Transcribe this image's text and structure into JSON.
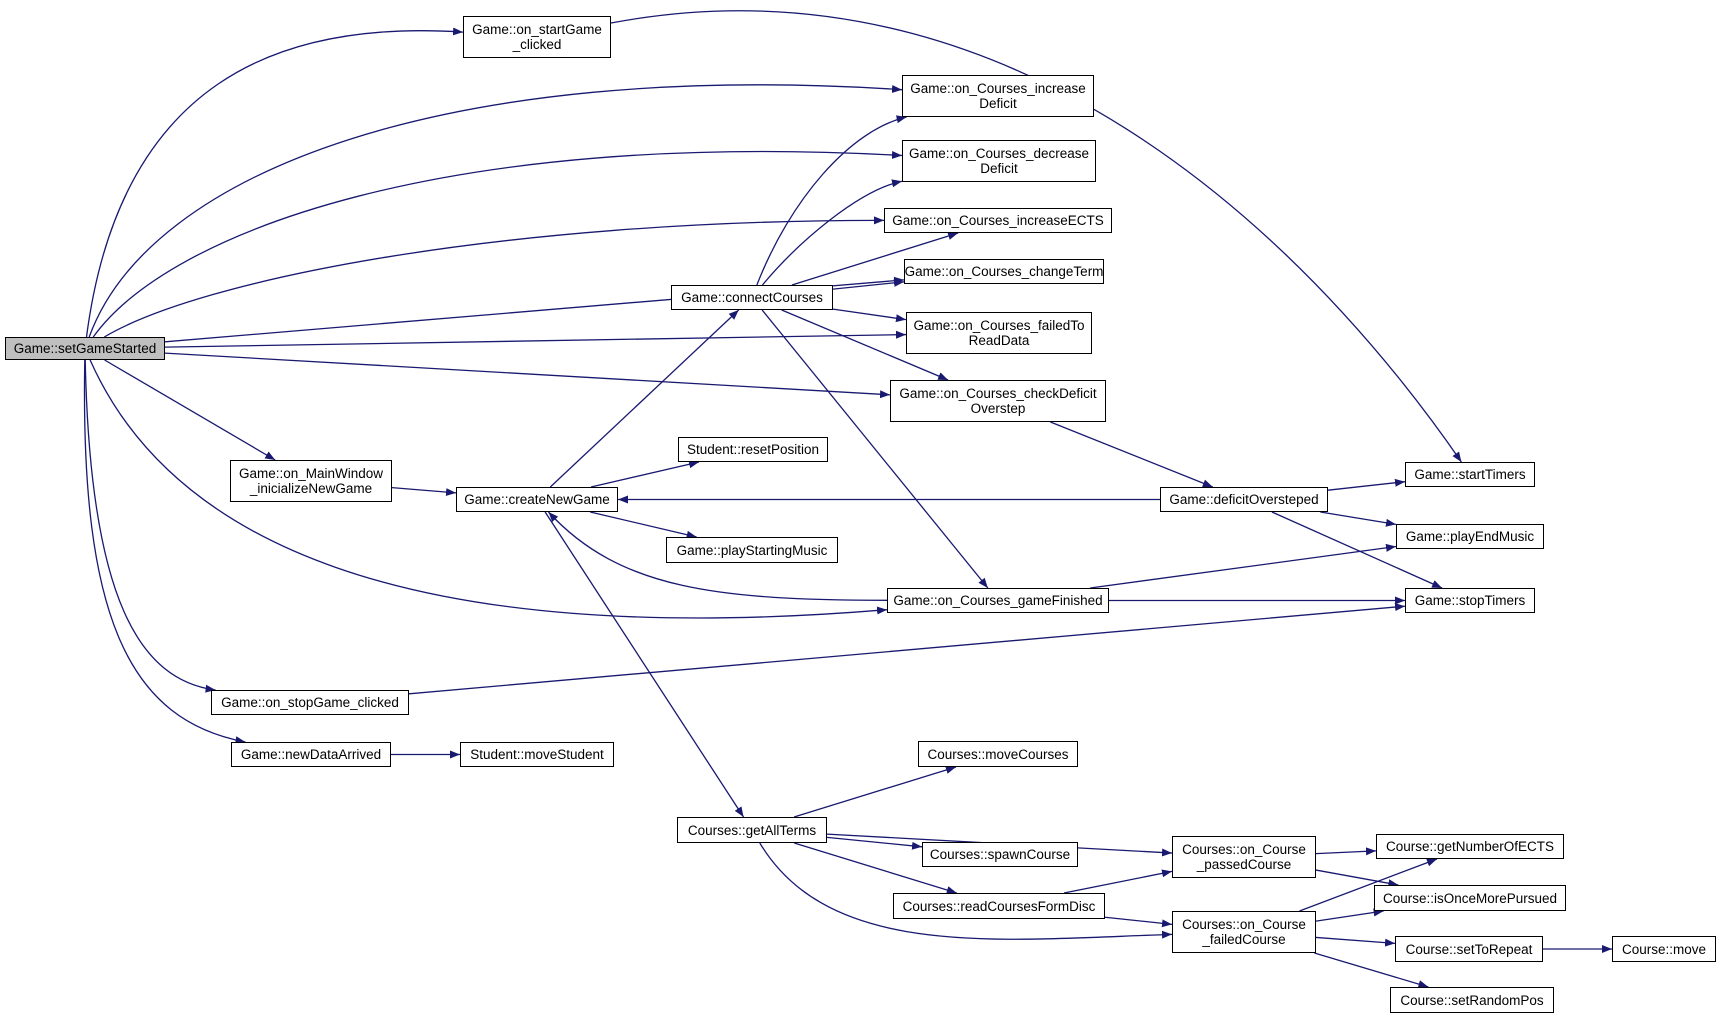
{
  "diagram": {
    "edge_color": "#191970",
    "root_fill": "#bfbfbf",
    "nodes": [
      {
        "id": "setGameStarted",
        "lines": [
          "Game::setGameStarted"
        ],
        "root": true
      },
      {
        "id": "startGameClicked",
        "lines": [
          "Game::on_startGame",
          "_clicked"
        ]
      },
      {
        "id": "increaseDeficit",
        "lines": [
          "Game::on_Courses_increase",
          "Deficit"
        ]
      },
      {
        "id": "decreaseDeficit",
        "lines": [
          "Game::on_Courses_decrease",
          "Deficit"
        ]
      },
      {
        "id": "increaseECTS",
        "lines": [
          "Game::on_Courses_increaseECTS"
        ]
      },
      {
        "id": "changeTerm",
        "lines": [
          "Game::on_Courses_changeTerm"
        ]
      },
      {
        "id": "connectCourses",
        "lines": [
          "Game::connectCourses"
        ]
      },
      {
        "id": "failedToReadData",
        "lines": [
          "Game::on_Courses_failedTo",
          "ReadData"
        ]
      },
      {
        "id": "checkDeficitOverstep",
        "lines": [
          "Game::on_Courses_checkDeficit",
          "Overstep"
        ]
      },
      {
        "id": "resetPosition",
        "lines": [
          "Student::resetPosition"
        ]
      },
      {
        "id": "mainWindowInit",
        "lines": [
          "Game::on_MainWindow",
          "_inicializeNewGame"
        ]
      },
      {
        "id": "createNewGame",
        "lines": [
          "Game::createNewGame"
        ]
      },
      {
        "id": "deficitOversteped",
        "lines": [
          "Game::deficitOversteped"
        ]
      },
      {
        "id": "startTimers",
        "lines": [
          "Game::startTimers"
        ]
      },
      {
        "id": "playStartingMusic",
        "lines": [
          "Game::playStartingMusic"
        ]
      },
      {
        "id": "playEndMusic",
        "lines": [
          "Game::playEndMusic"
        ]
      },
      {
        "id": "gameFinished",
        "lines": [
          "Game::on_Courses_gameFinished"
        ]
      },
      {
        "id": "stopTimers",
        "lines": [
          "Game::stopTimers"
        ]
      },
      {
        "id": "stopGameClicked",
        "lines": [
          "Game::on_stopGame_clicked"
        ]
      },
      {
        "id": "newDataArrived",
        "lines": [
          "Game::newDataArrived"
        ]
      },
      {
        "id": "moveStudent",
        "lines": [
          "Student::moveStudent"
        ]
      },
      {
        "id": "moveCourses",
        "lines": [
          "Courses::moveCourses"
        ]
      },
      {
        "id": "getAllTerms",
        "lines": [
          "Courses::getAllTerms"
        ]
      },
      {
        "id": "spawnCourse",
        "lines": [
          "Courses::spawnCourse"
        ]
      },
      {
        "id": "passedCourse",
        "lines": [
          "Courses::on_Course",
          "_passedCourse"
        ]
      },
      {
        "id": "getNumberOfECTS",
        "lines": [
          "Course::getNumberOfECTS"
        ]
      },
      {
        "id": "readCoursesFormDisc",
        "lines": [
          "Courses::readCoursesFormDisc"
        ]
      },
      {
        "id": "isOnceMorePursued",
        "lines": [
          "Course::isOnceMorePursued"
        ]
      },
      {
        "id": "failedCourse",
        "lines": [
          "Courses::on_Course",
          "_failedCourse"
        ]
      },
      {
        "id": "setToRepeat",
        "lines": [
          "Course::setToRepeat"
        ]
      },
      {
        "id": "move",
        "lines": [
          "Course::move"
        ]
      },
      {
        "id": "setRandomPos",
        "lines": [
          "Course::setRandomPos"
        ]
      }
    ],
    "edges": [
      [
        "setGameStarted",
        "startGameClicked"
      ],
      [
        "setGameStarted",
        "increaseDeficit"
      ],
      [
        "setGameStarted",
        "decreaseDeficit"
      ],
      [
        "setGameStarted",
        "increaseECTS"
      ],
      [
        "setGameStarted",
        "changeTerm"
      ],
      [
        "setGameStarted",
        "failedToReadData"
      ],
      [
        "setGameStarted",
        "checkDeficitOverstep"
      ],
      [
        "setGameStarted",
        "mainWindowInit"
      ],
      [
        "setGameStarted",
        "gameFinished"
      ],
      [
        "setGameStarted",
        "stopGameClicked"
      ],
      [
        "setGameStarted",
        "newDataArrived"
      ],
      [
        "startGameClicked",
        "startTimers"
      ],
      [
        "connectCourses",
        "increaseDeficit"
      ],
      [
        "connectCourses",
        "decreaseDeficit"
      ],
      [
        "connectCourses",
        "increaseECTS"
      ],
      [
        "connectCourses",
        "changeTerm"
      ],
      [
        "connectCourses",
        "failedToReadData"
      ],
      [
        "connectCourses",
        "checkDeficitOverstep"
      ],
      [
        "connectCourses",
        "gameFinished"
      ],
      [
        "checkDeficitOverstep",
        "deficitOversteped"
      ],
      [
        "mainWindowInit",
        "createNewGame"
      ],
      [
        "createNewGame",
        "connectCourses"
      ],
      [
        "createNewGame",
        "resetPosition"
      ],
      [
        "createNewGame",
        "playStartingMusic"
      ],
      [
        "createNewGame",
        "getAllTerms"
      ],
      [
        "deficitOversteped",
        "createNewGame"
      ],
      [
        "deficitOversteped",
        "startTimers"
      ],
      [
        "deficitOversteped",
        "playEndMusic"
      ],
      [
        "deficitOversteped",
        "stopTimers"
      ],
      [
        "gameFinished",
        "createNewGame"
      ],
      [
        "gameFinished",
        "playEndMusic"
      ],
      [
        "gameFinished",
        "stopTimers"
      ],
      [
        "stopGameClicked",
        "stopTimers"
      ],
      [
        "newDataArrived",
        "moveStudent"
      ],
      [
        "getAllTerms",
        "moveCourses"
      ],
      [
        "getAllTerms",
        "spawnCourse"
      ],
      [
        "getAllTerms",
        "passedCourse"
      ],
      [
        "getAllTerms",
        "readCoursesFormDisc"
      ],
      [
        "getAllTerms",
        "failedCourse"
      ],
      [
        "readCoursesFormDisc",
        "passedCourse"
      ],
      [
        "readCoursesFormDisc",
        "failedCourse"
      ],
      [
        "passedCourse",
        "getNumberOfECTS"
      ],
      [
        "passedCourse",
        "isOnceMorePursued"
      ],
      [
        "failedCourse",
        "getNumberOfECTS"
      ],
      [
        "failedCourse",
        "isOnceMorePursued"
      ],
      [
        "failedCourse",
        "setToRepeat"
      ],
      [
        "failedCourse",
        "setRandomPos"
      ],
      [
        "setToRepeat",
        "move"
      ]
    ]
  }
}
